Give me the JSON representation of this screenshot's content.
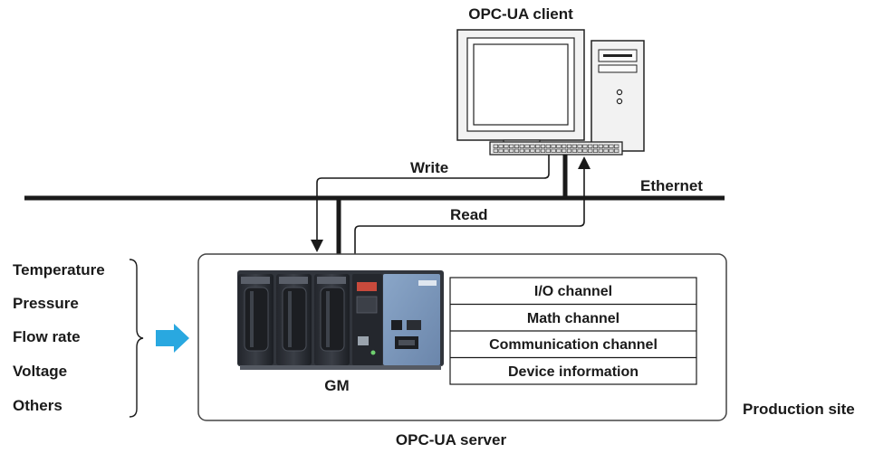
{
  "client": {
    "title": "OPC-UA client"
  },
  "network": {
    "label": "Ethernet",
    "write_label": "Write",
    "read_label": "Read"
  },
  "inputs": [
    "Temperature",
    "Pressure",
    "Flow rate",
    "Voltage",
    "Others"
  ],
  "server": {
    "device_label": "GM",
    "caption": "OPC-UA server",
    "site_label": "Production site",
    "channels": [
      "I/O channel",
      "Math channel",
      "Communication channel",
      "Device information"
    ]
  },
  "colors": {
    "arrow": "#29a8e0",
    "line": "#1a1a1a",
    "device_body": "#2b2e35",
    "device_panel": "#7f9cc1"
  }
}
